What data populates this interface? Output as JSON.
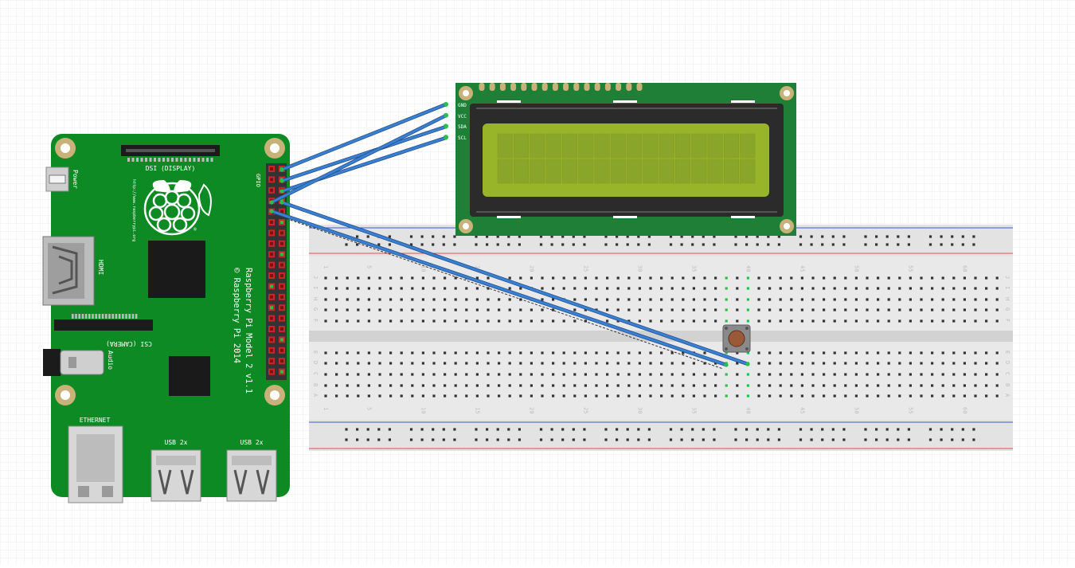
{
  "pi": {
    "dsi_label": "DSI (DISPLAY)",
    "power_label": "Power",
    "hdmi_label": "HDMI",
    "csi_label": "CSI (CAMERA)",
    "audio_label": "Audio",
    "gpio_label": "GPIO",
    "url_text": "http://www.raspberrypi.org",
    "model_line1": "Raspberry Pi Model 2 v1.1",
    "model_line2": "© Raspberry Pi 2014",
    "ethernet_label": "ETHERNET",
    "usb_label_1": "USB 2x",
    "usb_label_2": "USB 2x",
    "colors": {
      "board": "#0d8a23",
      "gold": "#c9b27a",
      "header_pin": "#c62828"
    }
  },
  "lcd": {
    "pins": [
      "GND",
      "VCC",
      "SDA",
      "SCL"
    ],
    "colors": {
      "pcb": "#1f7f36",
      "screen": "#98b52a",
      "bezel": "#2b2b2b"
    }
  },
  "breadboard": {
    "top_numbers": [
      "1",
      "5",
      "10",
      "15",
      "20",
      "25",
      "30",
      "35",
      "40",
      "45",
      "50",
      "55",
      "60"
    ],
    "bottom_numbers": [
      "1",
      "5",
      "10",
      "15",
      "20",
      "25",
      "30",
      "35",
      "40",
      "45",
      "50",
      "55",
      "60"
    ],
    "row_letters_top": [
      "J",
      "I",
      "H",
      "G",
      "F"
    ],
    "row_letters_bottom": [
      "E",
      "D",
      "C",
      "B",
      "A"
    ],
    "colors": {
      "body": "#e9e9e9",
      "rail_red": "#d9534f",
      "rail_blue": "#3b5bd6",
      "hole": "#333333",
      "active": "#27c04a"
    }
  },
  "button": {
    "colors": {
      "cap": "#9a5a3a",
      "body": "#8a8a8a"
    }
  },
  "wires": {
    "color": "#3b7fd1",
    "count": 6
  }
}
